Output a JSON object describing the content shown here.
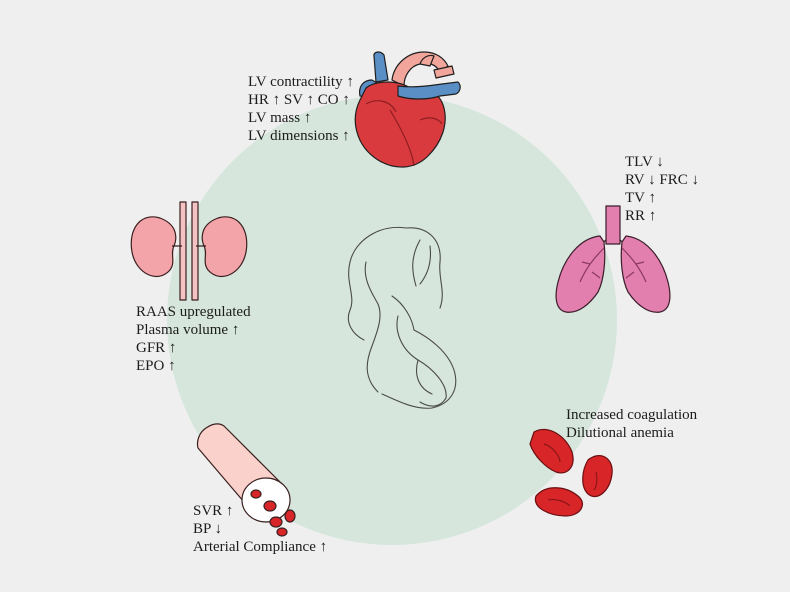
{
  "colors": {
    "background": "#efefef",
    "central_circle": "#d6e6dc",
    "figure_outline": "#4a4a4a",
    "heart": "#d93a3e",
    "lungs": "#e27fae",
    "kidneys": "#f2a4a8",
    "vessel": "#fbd1cc",
    "blood_cells": "#d72528"
  },
  "icons": {
    "heart": "heart-icon",
    "lungs": "lungs-icon",
    "kidneys": "kidneys-icon",
    "vessel": "blood-vessel-icon",
    "blood": "red-blood-cells-icon",
    "figure": "pregnant-woman-icon"
  },
  "heart": {
    "lines": [
      "LV contractility ↑",
      "HR ↑ SV ↑ CO ↑",
      "LV mass ↑",
      "LV dimensions ↑"
    ]
  },
  "lungs": {
    "lines": [
      "TLV ↓",
      "RV ↓ FRC ↓",
      "TV ↑",
      "RR ↑"
    ]
  },
  "kidneys": {
    "lines": [
      "RAAS upregulated",
      "Plasma volume ↑",
      "GFR ↑",
      "EPO ↑"
    ]
  },
  "blood": {
    "lines": [
      "Increased coagulation",
      "Dilutional anemia"
    ]
  },
  "vessel": {
    "lines": [
      "SVR ↑",
      "BP ↓",
      "Arterial Compliance ↑"
    ]
  }
}
